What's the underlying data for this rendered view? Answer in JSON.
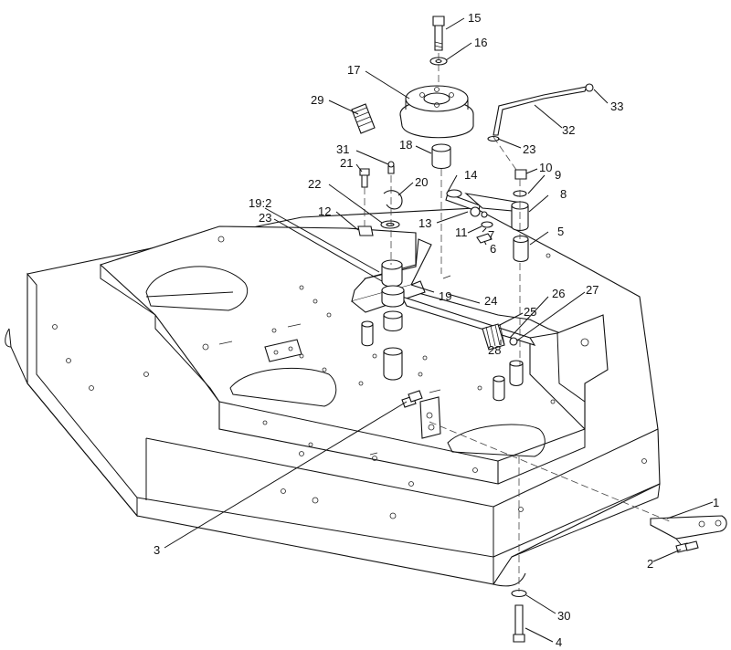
{
  "callouts": {
    "c15": "15",
    "c16": "16",
    "c17": "17",
    "c29": "29",
    "c33": "33",
    "c32": "32",
    "c23a": "23",
    "c18": "18",
    "c31": "31",
    "c21": "21",
    "c20": "20",
    "c14": "14",
    "c10": "10",
    "c9": "9",
    "c8": "8",
    "c22": "22",
    "c12": "12",
    "c13": "13",
    "c11": "11",
    "c7": "7",
    "c6": "6",
    "c5": "5",
    "c19_2": "19:2",
    "c23b": "23",
    "c19": "19",
    "c24": "24",
    "c25": "25",
    "c26": "26",
    "c27": "27",
    "c28": "28",
    "c3": "3",
    "c1": "1",
    "c2": "2",
    "c30": "30",
    "c4": "4"
  }
}
